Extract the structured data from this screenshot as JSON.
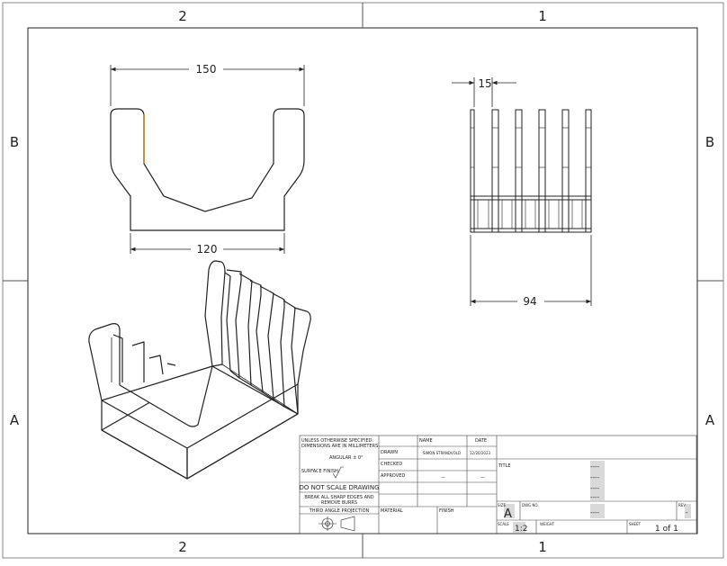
{
  "zones": {
    "top": [
      "2",
      "1"
    ],
    "bottom": [
      "2",
      "1"
    ],
    "left": [
      "B",
      "A"
    ],
    "right": [
      "B",
      "A"
    ]
  },
  "dimensions": {
    "front_top_width": "150",
    "front_bottom_width": "120",
    "side_fin_pitch": "15",
    "side_total_width": "94"
  },
  "title_block": {
    "notes": {
      "unless_line1": "UNLESS OTHERWISE SPECIFIED:",
      "unless_line2": "DIMENSIONS ARE IN MILLIMETERS",
      "angular": "ANGULAR ± 0°",
      "surface_finish": "SURFACE FINISH:",
      "do_not_scale": "DO NOT SCALE DRAWING",
      "break_edges_line1": "BREAK ALL SHARP EDGES AND",
      "break_edges_line2": "REMOVE BURRS",
      "third_angle": "THIRD ANGLE PROJECTION"
    },
    "col_name": "NAME",
    "col_date": "DATE",
    "rows": {
      "drawn": "DRAWN",
      "checked": "CHECKED",
      "approved": "APPROVED"
    },
    "drawn_name": "SIMON STRANDVOLD",
    "drawn_date": "12/20/2023",
    "approved_name": "—",
    "approved_date": "—",
    "material": "MATERIAL",
    "finish": "FINISH",
    "title_label": "TITLE",
    "size_label": "SIZE",
    "size_value": "A",
    "dwg_no_label": "DWG NO.",
    "dwg_no_value": "----",
    "rev_label": "REV",
    "rev_value": "-",
    "scale_label": "SCALE",
    "scale_value": "1:2",
    "weight_label": "WEIGHT",
    "sheet_label": "SHEET",
    "sheet_value": "1 of 1",
    "title_lines": [
      "----",
      "----",
      "----",
      "----"
    ]
  }
}
